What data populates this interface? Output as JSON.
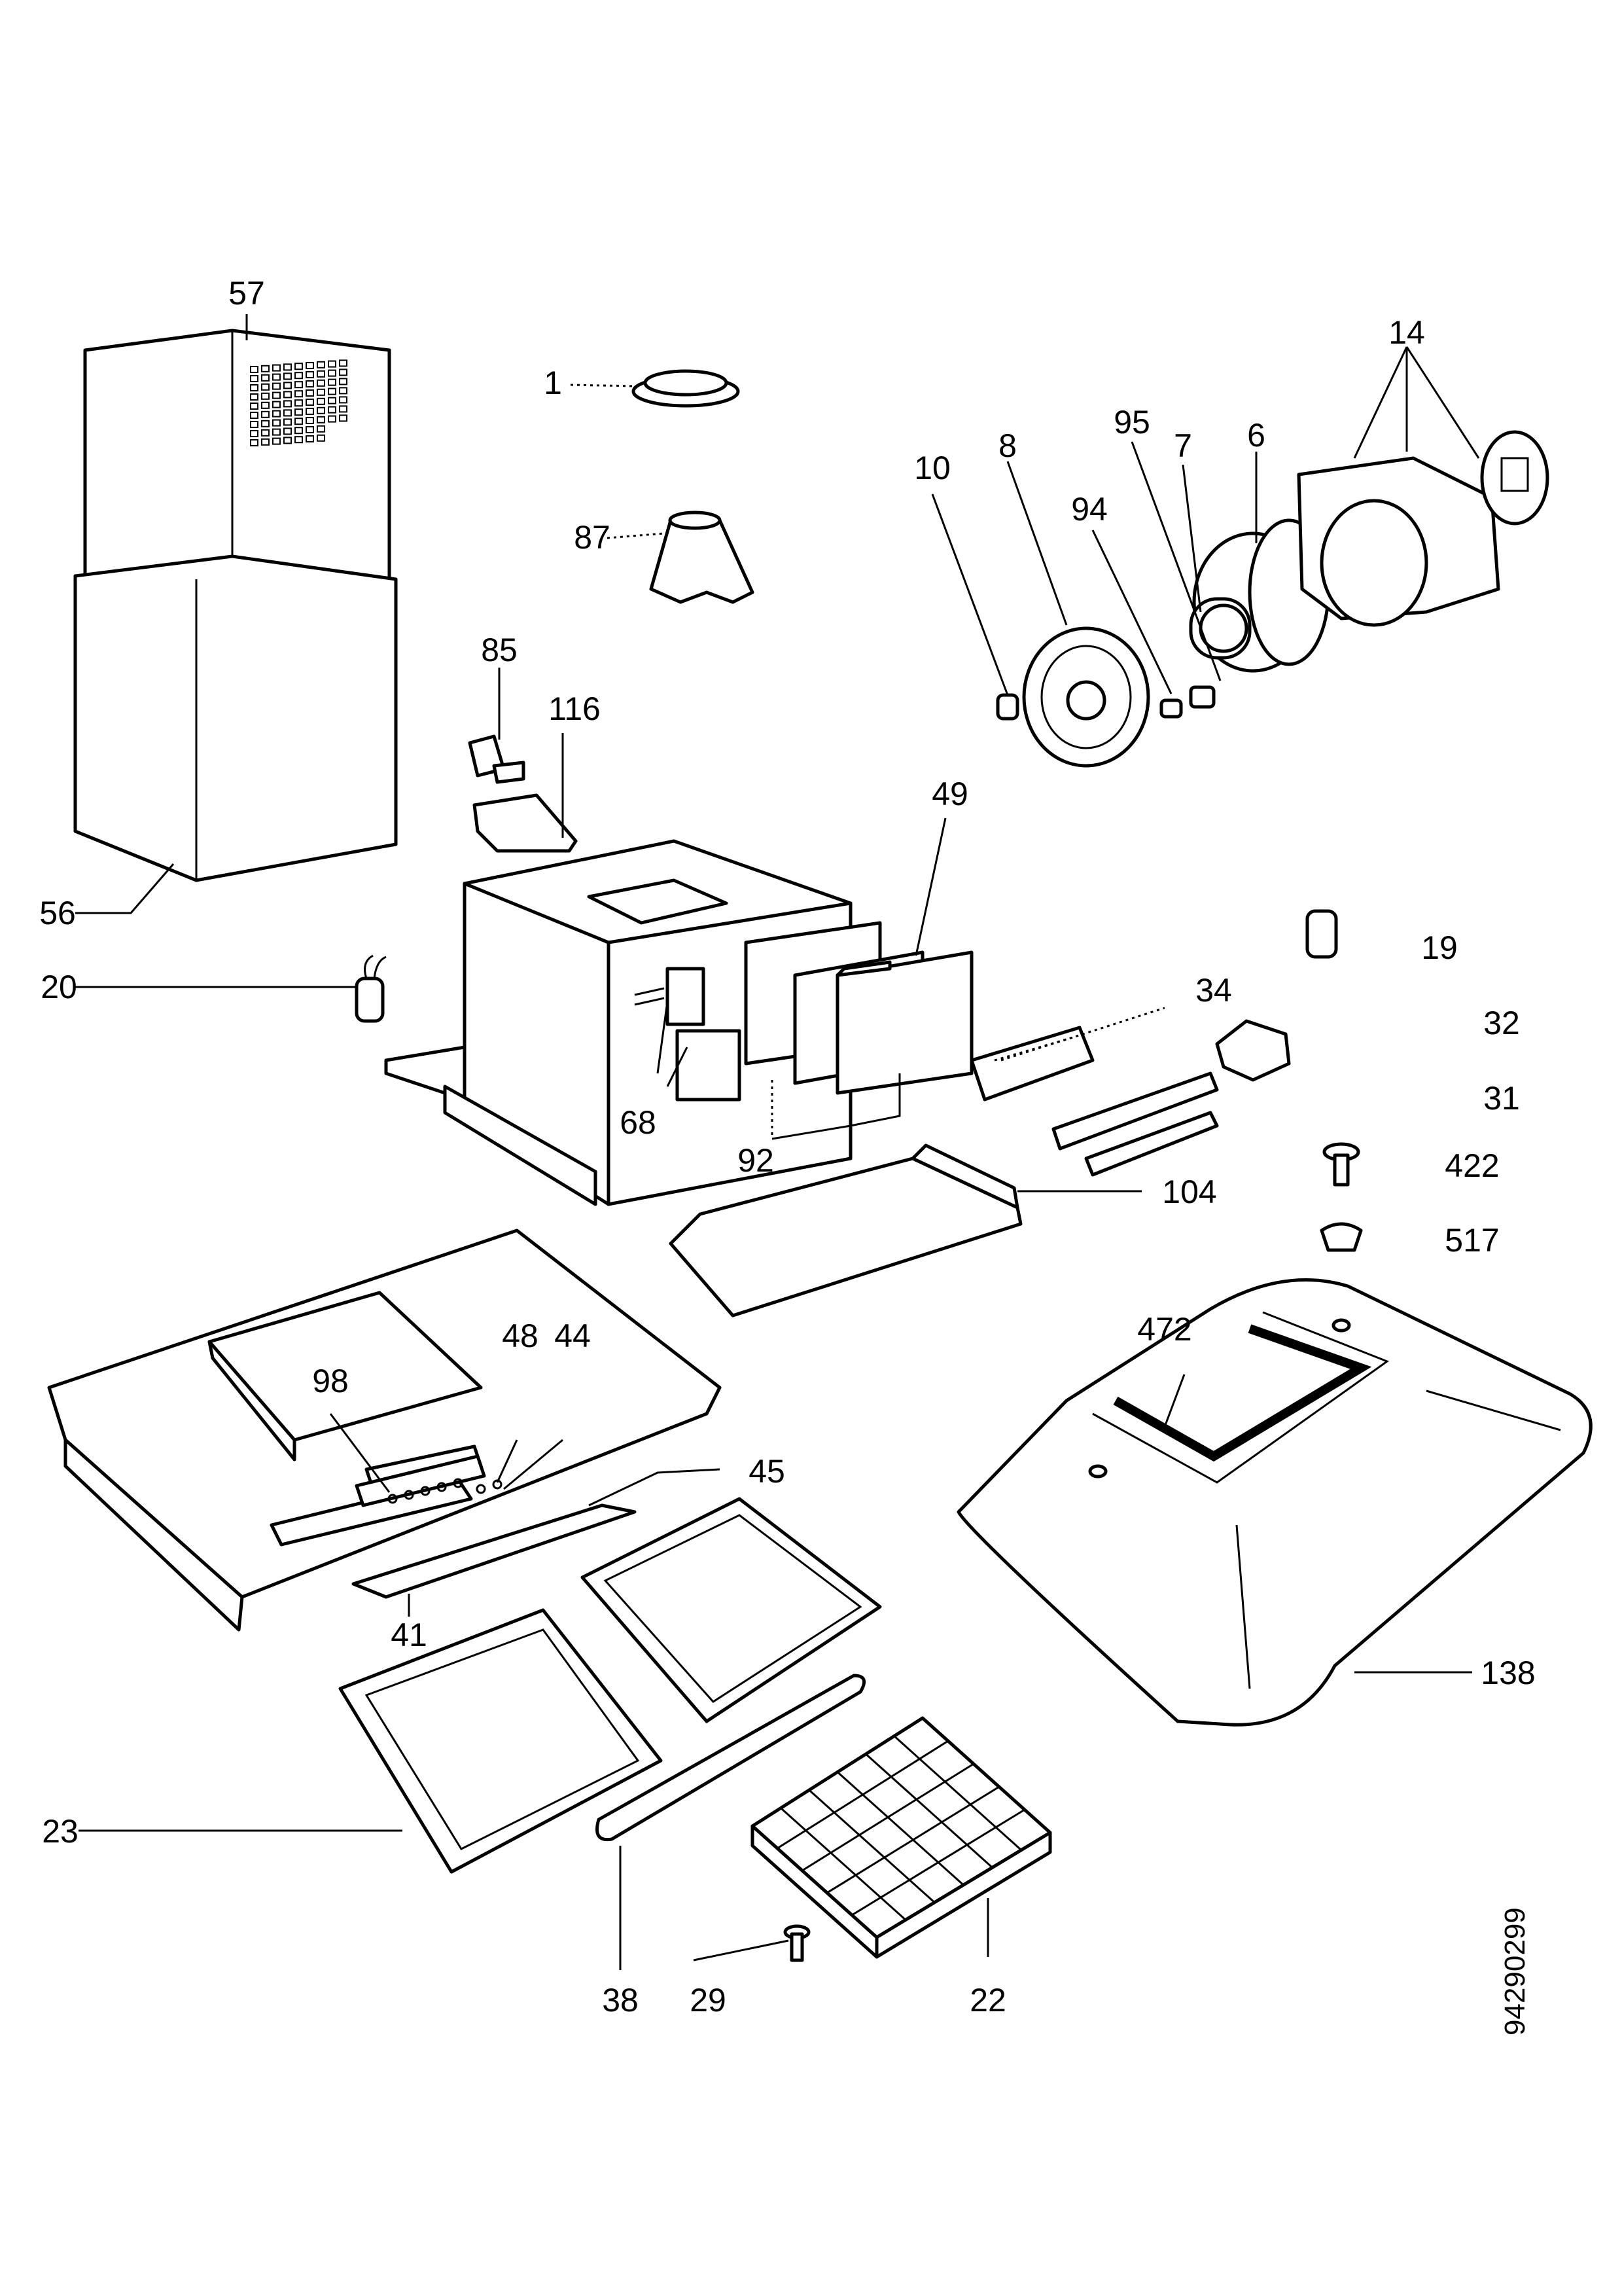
{
  "diagram": {
    "type": "exploded-parts-diagram",
    "drawing_code": "94290299",
    "part_labels": [
      "57",
      "1",
      "14",
      "95",
      "10",
      "8",
      "7",
      "6",
      "94",
      "87",
      "85",
      "116",
      "49",
      "56",
      "20",
      "19",
      "34",
      "32",
      "31",
      "68",
      "92",
      "422",
      "104",
      "517",
      "472",
      "48",
      "44",
      "98",
      "45",
      "41",
      "138",
      "23",
      "38",
      "29",
      "22"
    ],
    "line_color": "#000000",
    "background_color": "#ffffff"
  }
}
